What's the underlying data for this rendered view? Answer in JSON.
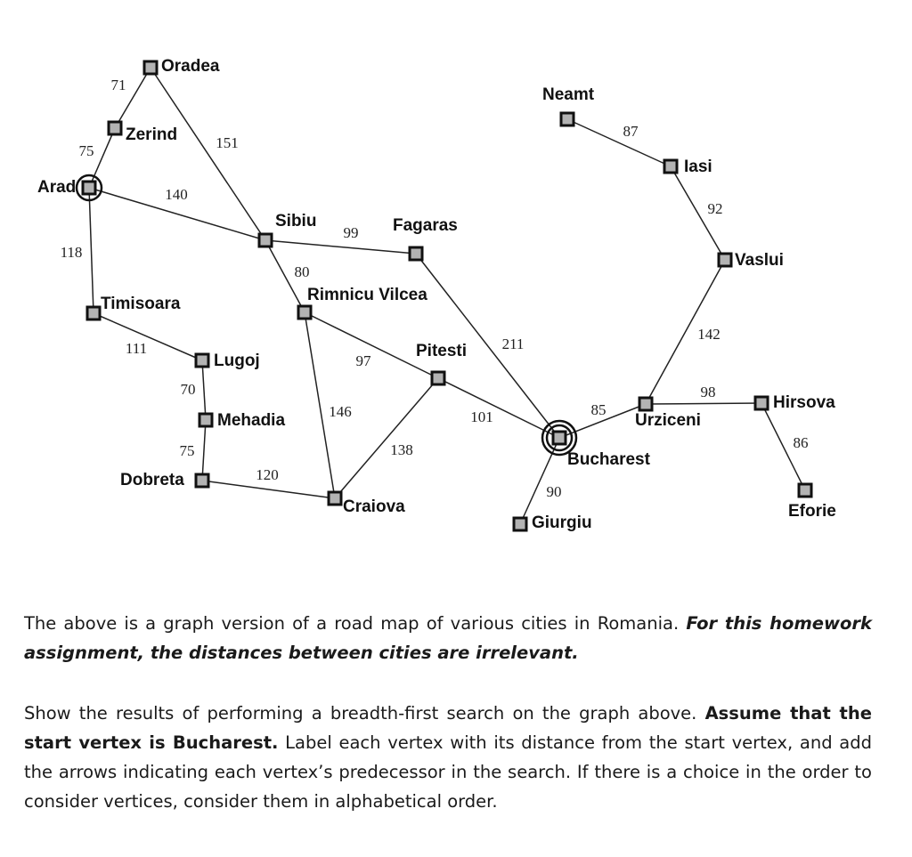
{
  "graph": {
    "cities": [
      {
        "id": "oradea",
        "name": "Oradea"
      },
      {
        "id": "zerind",
        "name": "Zerind"
      },
      {
        "id": "arad",
        "name": "Arad",
        "marker": "double-ring"
      },
      {
        "id": "sibiu",
        "name": "Sibiu"
      },
      {
        "id": "fagaras",
        "name": "Fagaras"
      },
      {
        "id": "timisoara",
        "name": "Timisoara"
      },
      {
        "id": "rimnicu",
        "name": "Rimnicu Vilcea"
      },
      {
        "id": "lugoj",
        "name": "Lugoj"
      },
      {
        "id": "pitesti",
        "name": "Pitesti"
      },
      {
        "id": "mehadia",
        "name": "Mehadia"
      },
      {
        "id": "dobreta",
        "name": "Dobreta"
      },
      {
        "id": "craiova",
        "name": "Craiova"
      },
      {
        "id": "bucharest",
        "name": "Bucharest",
        "marker": "double-ring"
      },
      {
        "id": "giurgiu",
        "name": "Giurgiu"
      },
      {
        "id": "urziceni",
        "name": "Urziceni"
      },
      {
        "id": "hirsova",
        "name": "Hirsova"
      },
      {
        "id": "eforie",
        "name": "Eforie"
      },
      {
        "id": "vaslui",
        "name": "Vaslui"
      },
      {
        "id": "iasi",
        "name": "Iasi"
      },
      {
        "id": "neamt",
        "name": "Neamt"
      }
    ],
    "roads": [
      {
        "from": "oradea",
        "to": "zerind",
        "distance": "71"
      },
      {
        "from": "zerind",
        "to": "arad",
        "distance": "75"
      },
      {
        "from": "oradea",
        "to": "sibiu",
        "distance": "151"
      },
      {
        "from": "arad",
        "to": "sibiu",
        "distance": "140"
      },
      {
        "from": "arad",
        "to": "timisoara",
        "distance": "118"
      },
      {
        "from": "sibiu",
        "to": "fagaras",
        "distance": "99"
      },
      {
        "from": "sibiu",
        "to": "rimnicu",
        "distance": "80"
      },
      {
        "from": "timisoara",
        "to": "lugoj",
        "distance": "111"
      },
      {
        "from": "lugoj",
        "to": "mehadia",
        "distance": "70"
      },
      {
        "from": "mehadia",
        "to": "dobreta",
        "distance": "75"
      },
      {
        "from": "dobreta",
        "to": "craiova",
        "distance": "120"
      },
      {
        "from": "rimnicu",
        "to": "pitesti",
        "distance": "97"
      },
      {
        "from": "rimnicu",
        "to": "craiova",
        "distance": "146"
      },
      {
        "from": "pitesti",
        "to": "craiova",
        "distance": "138"
      },
      {
        "from": "fagaras",
        "to": "bucharest",
        "distance": "211"
      },
      {
        "from": "pitesti",
        "to": "bucharest",
        "distance": "101"
      },
      {
        "from": "bucharest",
        "to": "giurgiu",
        "distance": "90"
      },
      {
        "from": "bucharest",
        "to": "urziceni",
        "distance": "85"
      },
      {
        "from": "urziceni",
        "to": "hirsova",
        "distance": "98"
      },
      {
        "from": "hirsova",
        "to": "eforie",
        "distance": "86"
      },
      {
        "from": "urziceni",
        "to": "vaslui",
        "distance": "142"
      },
      {
        "from": "vaslui",
        "to": "iasi",
        "distance": "92"
      },
      {
        "from": "iasi",
        "to": "neamt",
        "distance": "87"
      }
    ]
  },
  "text": {
    "para1_plain": "The above is a graph version of a road map of various cities in Romania. ",
    "para1_bold_italic": "For this homework assignment, the distances between cities are irrelevant.",
    "para2_plain_1": "Show the results of performing a breadth-first search on the graph above. ",
    "para2_bold": "Assume that the start vertex is Bucharest.",
    "para2_plain_2": " Label each vertex with its distance from the start vertex, and add the arrows indicating each vertex’s predecessor in the search. If there is a choice in the order to consider vertices, consider them in alphabetical order."
  }
}
